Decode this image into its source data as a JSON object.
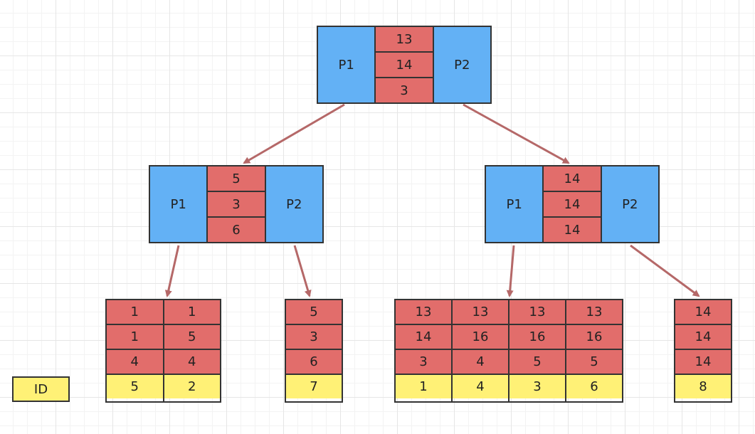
{
  "root": {
    "left_ptr": "P1",
    "right_ptr": "P2",
    "keys": [
      "13",
      "14",
      "3"
    ]
  },
  "left_internal": {
    "left_ptr": "P1",
    "right_ptr": "P2",
    "keys": [
      "5",
      "3",
      "6"
    ]
  },
  "right_internal": {
    "left_ptr": "P1",
    "right_ptr": "P2",
    "keys": [
      "14",
      "14",
      "14"
    ]
  },
  "leaves": [
    {
      "columns": [
        {
          "keys": [
            "1",
            "1",
            "4"
          ],
          "id": "5"
        },
        {
          "keys": [
            "1",
            "5",
            "4"
          ],
          "id": "2"
        }
      ]
    },
    {
      "columns": [
        {
          "keys": [
            "5",
            "3",
            "6"
          ],
          "id": "7"
        }
      ]
    },
    {
      "columns": [
        {
          "keys": [
            "13",
            "14",
            "3"
          ],
          "id": "1"
        },
        {
          "keys": [
            "13",
            "16",
            "4"
          ],
          "id": "4"
        },
        {
          "keys": [
            "13",
            "16",
            "5"
          ],
          "id": "3"
        },
        {
          "keys": [
            "13",
            "16",
            "5"
          ],
          "id": "6"
        }
      ]
    },
    {
      "columns": [
        {
          "keys": [
            "14",
            "14",
            "14"
          ],
          "id": "8"
        }
      ]
    }
  ],
  "legend": {
    "label": "ID"
  },
  "colors": {
    "pointer": "#63b1f5",
    "key": "#e26d6b",
    "id": "#fff176",
    "arrow": "#b56868"
  }
}
